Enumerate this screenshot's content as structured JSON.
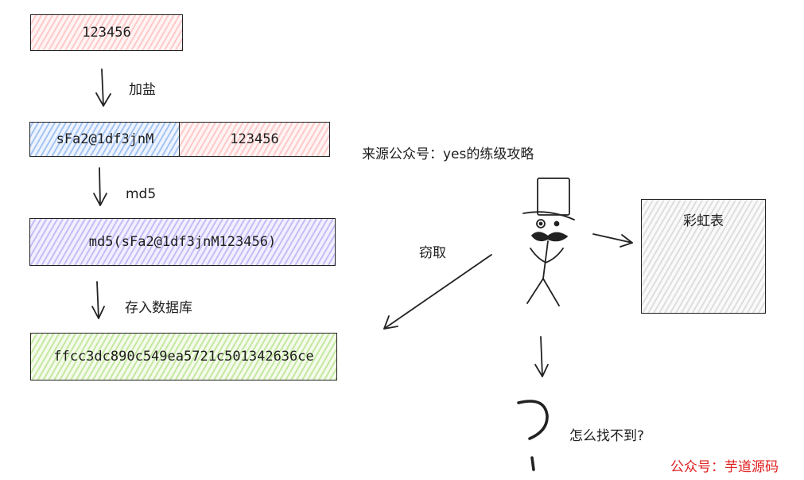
{
  "boxes": {
    "password": "123456",
    "salt": "sFa2@1df3jnM",
    "password_copy": "123456",
    "md5_expr": "md5(sFa2@1df3jnM123456)",
    "hash": "ffcc3dc890c549ea5721c501342636ce",
    "rainbow_table": "彩虹表"
  },
  "labels": {
    "add_salt": "加盐",
    "md5": "md5",
    "store_db": "存入数据库",
    "source": "来源公众号：yes的练级攻略",
    "steal": "窃取",
    "cant_find": "怎么找不到?"
  },
  "watermark": "公众号：芋道源码"
}
